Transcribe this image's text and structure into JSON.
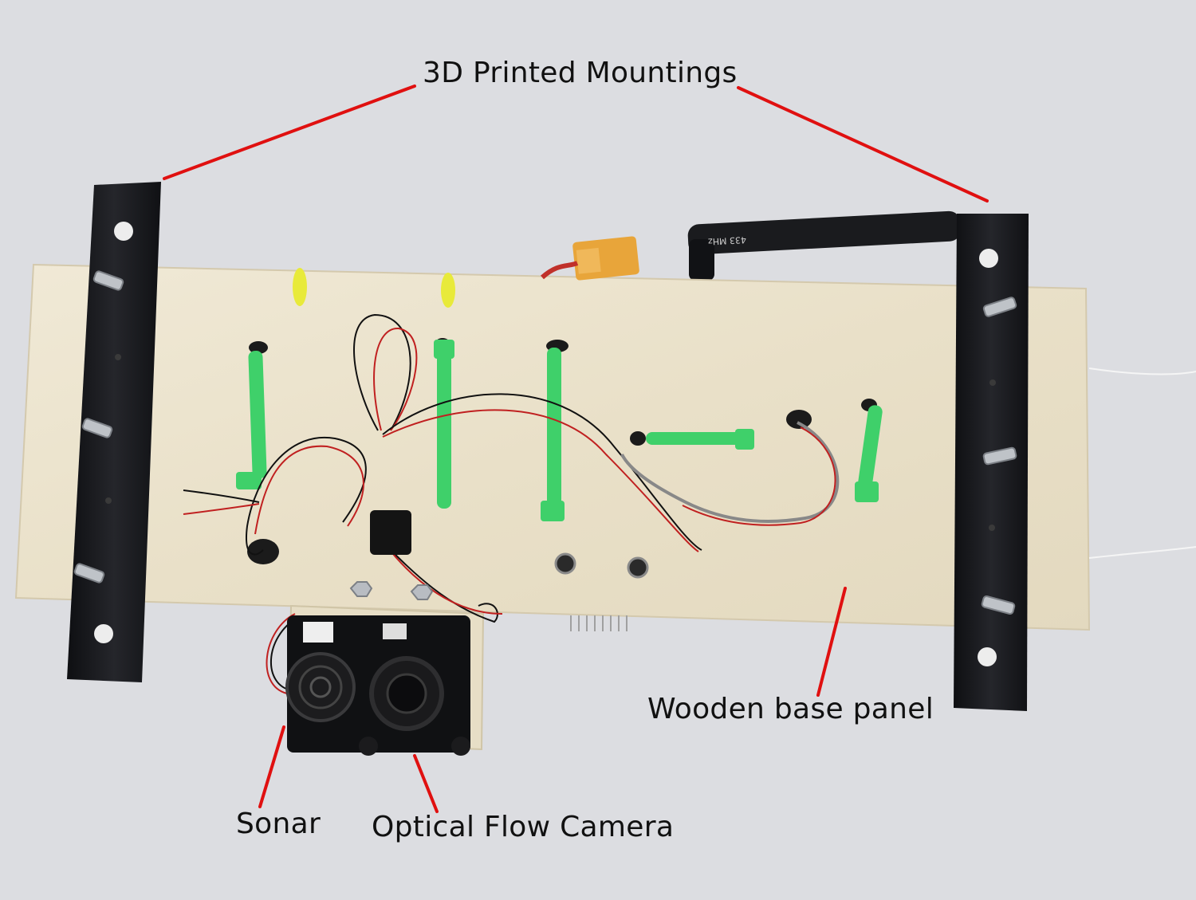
{
  "labels": {
    "mountings": "3D Printed Mountings",
    "base_panel": "Wooden base panel",
    "sonar": "Sonar",
    "camera": "Optical Flow Camera"
  },
  "antenna_text": "433 MHz",
  "colors": {
    "background": "#dcdde1",
    "wood": "#ece4cf",
    "mounting": "#17181b",
    "zip_tie": "#3fd06a",
    "pointer_line": "#e01010",
    "xt60_connector": "#e8a53a"
  }
}
